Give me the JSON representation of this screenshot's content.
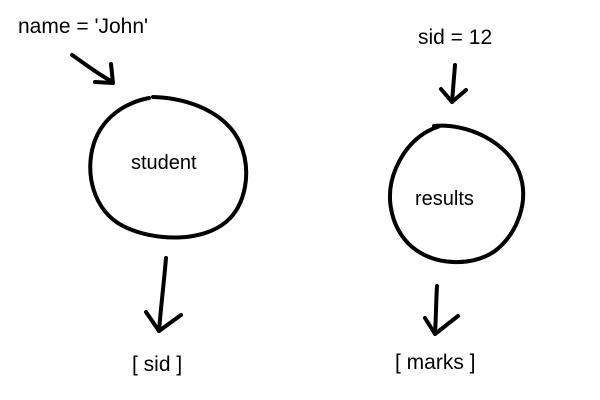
{
  "left_flow": {
    "input_text": "name = 'John'",
    "node_text": "student",
    "output_text": "[ sid ]"
  },
  "right_flow": {
    "input_text": "sid = 12",
    "node_text": "results",
    "output_text": "[ marks ]"
  },
  "style": {
    "stroke_color": "#000000",
    "background_color": "#ffffff"
  }
}
